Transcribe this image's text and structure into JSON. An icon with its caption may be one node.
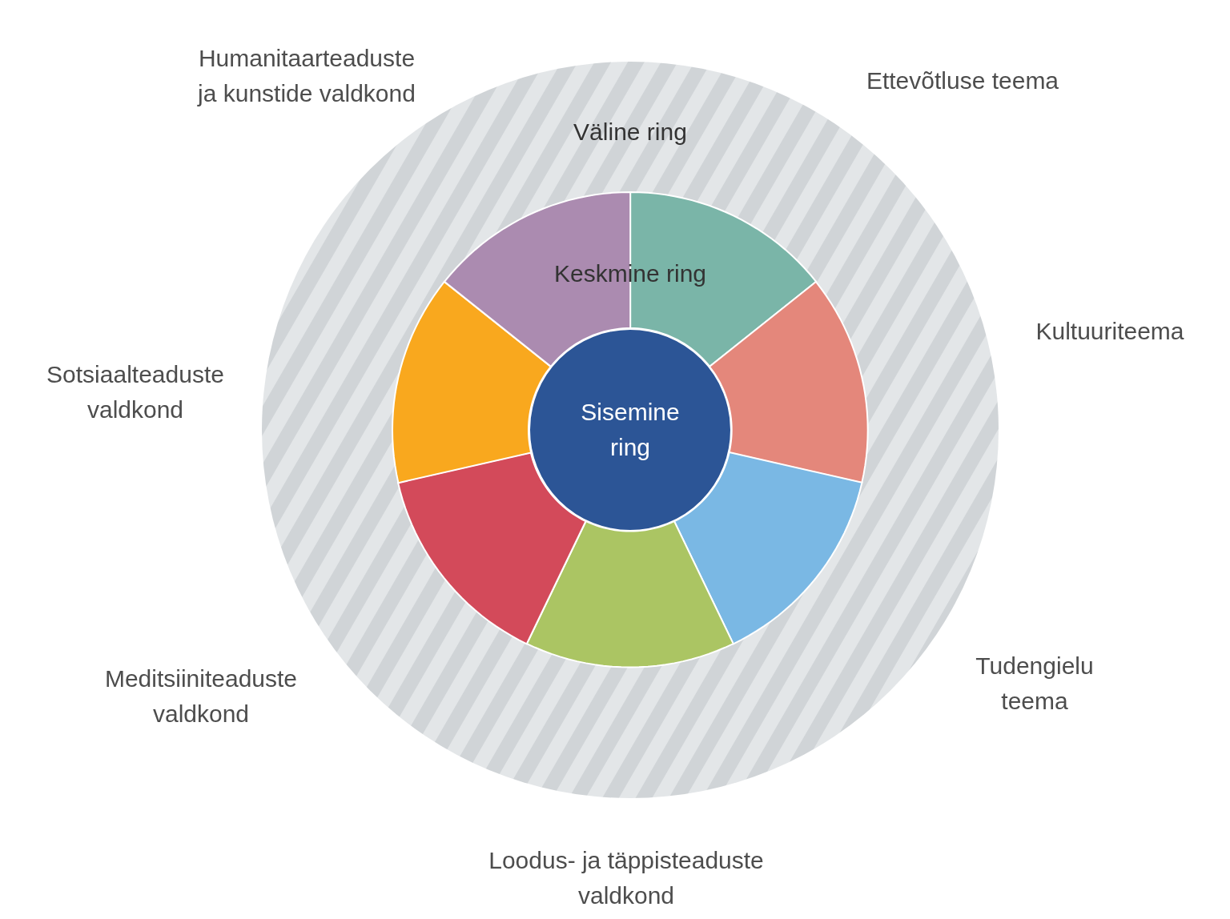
{
  "diagram": {
    "nodes": [
      {
        "text": [
          "Väline ring"
        ]
      },
      {
        "text": [
          "Keskmine ring"
        ],
        "in": 0
      },
      {
        "text": [
          "Sisemine ring"
        ],
        "in": 1
      },
      {
        "text": [],
        "shape": "sector",
        "in": 1
      },
      {
        "text": [],
        "shape": "sector",
        "in": 1
      },
      {
        "text": [],
        "shape": "sector",
        "in": 1
      },
      {
        "text": [],
        "shape": "sector",
        "in": 1
      },
      {
        "text": [],
        "shape": "sector",
        "in": 1
      },
      {
        "text": [],
        "shape": "sector",
        "in": 1
      },
      {
        "text": [],
        "shape": "sector",
        "in": 1
      }
    ],
    "edges": [],
    "labels": [
      "Humanitaarteaduste ja kunstide valdkond",
      "Ettevõtluse teema",
      "Kultuuriteema",
      "Sotsiaalteaduste valdkond",
      "Tudengielu teema",
      "Meditsiiniteaduste valdkond",
      "Loodus- ja täppisteaduste valdkond"
    ]
  }
}
